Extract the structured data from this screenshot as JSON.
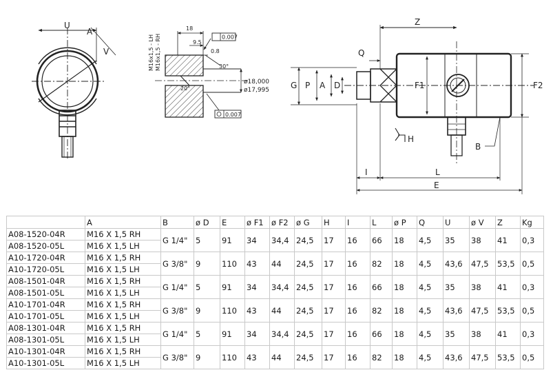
{
  "drawing": {
    "labels": {
      "U": "U",
      "V": "V",
      "A": "A",
      "dim_18": "18",
      "dim_9_5": "9.5",
      "dim_0_8": "0.8",
      "angle_30": "30°",
      "angle_20": "20°",
      "thread_lh": "M16x1,5 - LH",
      "thread_rh": "M16x1,5 - RH",
      "tol_1": "0.007",
      "tol_2": "0.007",
      "dia_max": "ø18,000",
      "dia_min": "ø17,995",
      "Z": "Z",
      "Q": "Q",
      "G": "G",
      "P": "P",
      "A2": "A",
      "D": "D",
      "F1": "F1",
      "F2": "F2",
      "H": "H",
      "B": "B",
      "I": "I",
      "L": "L",
      "E": "E"
    }
  },
  "table": {
    "headers": [
      "",
      "A",
      "B",
      "ø D",
      "E",
      "ø F1",
      "ø F2",
      "ø G",
      "H",
      "I",
      "L",
      "ø P",
      "Q",
      "U",
      "ø V",
      "Z",
      "Kg"
    ],
    "groups": [
      {
        "codes": [
          "A08-1520-04R",
          "A08-1520-05L"
        ],
        "threads": [
          "M16 X 1,5 RH",
          "M16 X 1,5 LH"
        ],
        "values": [
          "G 1/4\"",
          "5",
          "91",
          "34",
          "34,4",
          "24,5",
          "17",
          "16",
          "66",
          "18",
          "4,5",
          "35",
          "38",
          "41",
          "0,3"
        ]
      },
      {
        "codes": [
          "A10-1720-04R",
          "A10-1720-05L"
        ],
        "threads": [
          "M16 X 1,5 RH",
          "M16 X 1,5 LH"
        ],
        "values": [
          "G 3/8\"",
          "9",
          "110",
          "43",
          "44",
          "24,5",
          "17",
          "16",
          "82",
          "18",
          "4,5",
          "43,6",
          "47,5",
          "53,5",
          "0,5"
        ]
      },
      {
        "codes": [
          "A08-1501-04R",
          "A08-1501-05L"
        ],
        "threads": [
          "M16 X 1,5 RH",
          "M16 X 1,5 LH"
        ],
        "values": [
          "G 1/4\"",
          "5",
          "91",
          "34",
          "34,4",
          "24,5",
          "17",
          "16",
          "66",
          "18",
          "4,5",
          "35",
          "38",
          "41",
          "0,3"
        ]
      },
      {
        "codes": [
          "A10-1701-04R",
          "A10-1701-05L"
        ],
        "threads": [
          "M16 X 1,5 RH",
          "M16 X 1,5 LH"
        ],
        "values": [
          "G 3/8\"",
          "9",
          "110",
          "43",
          "44",
          "24,5",
          "17",
          "16",
          "82",
          "18",
          "4,5",
          "43,6",
          "47,5",
          "53,5",
          "0,5"
        ]
      },
      {
        "codes": [
          "A08-1301-04R",
          "A08-1301-05L"
        ],
        "threads": [
          "M16 X 1,5 RH",
          "M16 X 1,5 LH"
        ],
        "values": [
          "G 1/4\"",
          "5",
          "91",
          "34",
          "34,4",
          "24,5",
          "17",
          "16",
          "66",
          "18",
          "4,5",
          "35",
          "38",
          "41",
          "0,3"
        ]
      },
      {
        "codes": [
          "A10-1301-04R",
          "A10-1301-05L"
        ],
        "threads": [
          "M16 X 1,5 RH",
          "M16 X 1,5 LH"
        ],
        "values": [
          "G 3/8\"",
          "9",
          "110",
          "43",
          "44",
          "24,5",
          "17",
          "16",
          "82",
          "18",
          "4,5",
          "43,6",
          "47,5",
          "53,5",
          "0,5"
        ]
      }
    ]
  }
}
